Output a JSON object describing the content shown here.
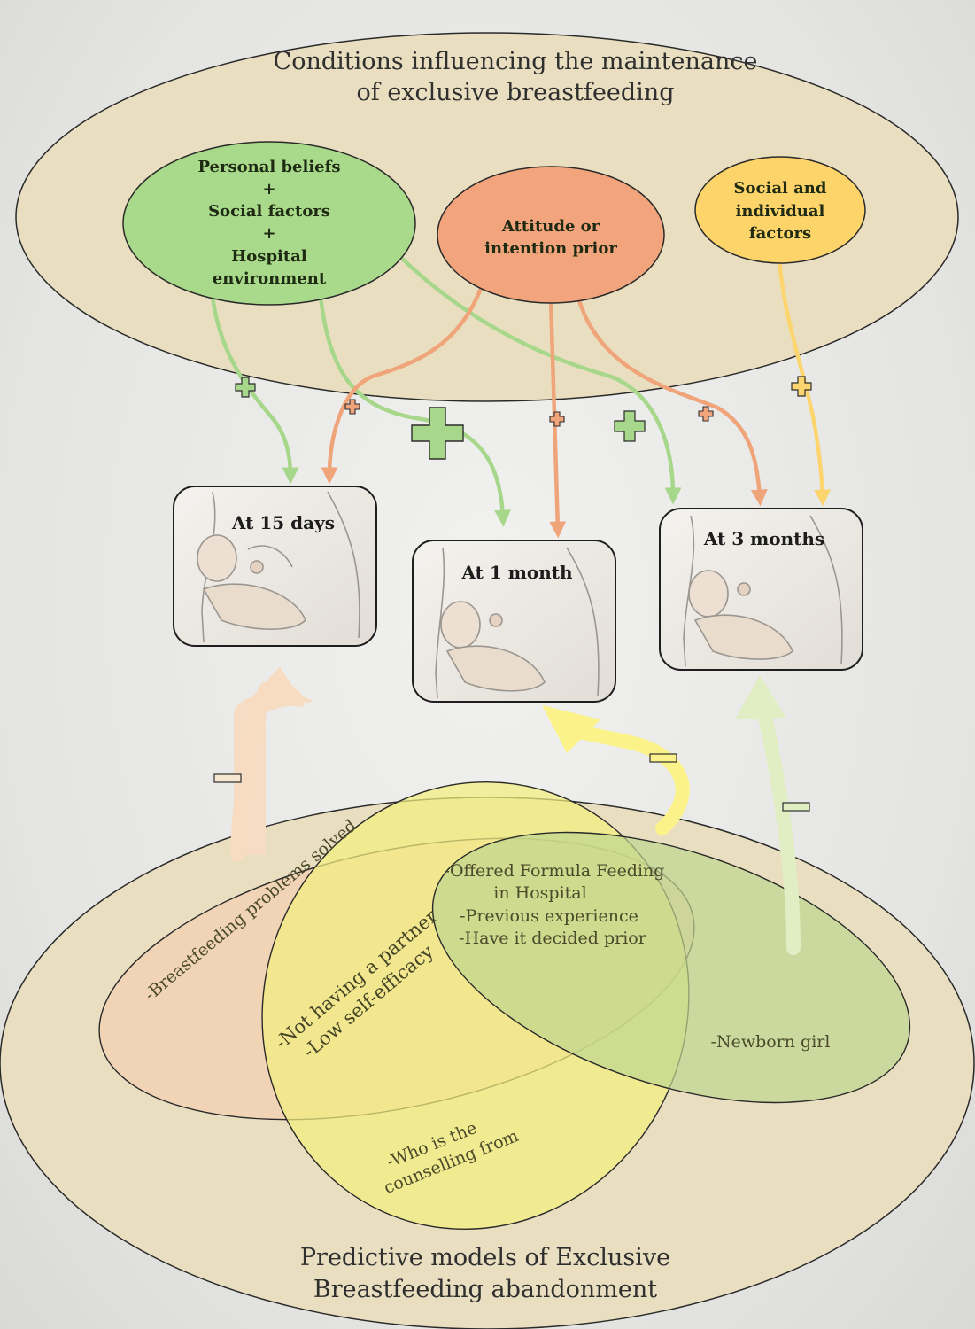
{
  "top_title": {
    "line1": "Conditions influencing the maintenance",
    "line2": "of exclusive breastfeeding"
  },
  "nodes": {
    "personal": {
      "lines": [
        "Personal beliefs",
        "+",
        "Social factors",
        "+",
        "Hospital",
        "environment"
      ],
      "color": "#a9d98a"
    },
    "attitude": {
      "lines": [
        "Attitude or",
        "intention prior"
      ],
      "color": "#f2a57c"
    },
    "social": {
      "lines": [
        "Social and",
        "individual",
        "factors"
      ],
      "color": "#fdd46a"
    }
  },
  "stages": {
    "days15": "At 15 days",
    "month1": "At 1 month",
    "months3": "At 3 months"
  },
  "signs": {
    "plus": "+",
    "minus": "−"
  },
  "venn": {
    "peach_text": "-Breastfeeding problems solved",
    "yellow_text": [
      "-Not having a partner",
      "-Low self-efficacy"
    ],
    "yellow_bottom_text": [
      "-Who is the",
      "counselling from"
    ],
    "overlap_text": [
      "-Offered Formula Feeding",
      "in Hospital",
      "-Previous experience",
      "-Have it decided prior"
    ],
    "green_text": "-Newborn girl"
  },
  "bottom_title": {
    "line1": "Predictive models of Exclusive",
    "line2": "Breastfeeding abandonment"
  },
  "colors": {
    "outer_ellipse": "#e9dfc0",
    "green_arrow": "#a6d78a",
    "orange_arrow": "#f0a47a",
    "yellow_arrow": "#fcd56e",
    "peach_venn": "#f2d2b4",
    "yellow_venn": "#f2ee7e",
    "green_venn": "#bfd690"
  }
}
